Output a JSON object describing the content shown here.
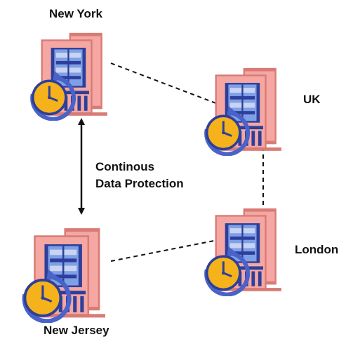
{
  "sites": {
    "new_york": {
      "label": "New York"
    },
    "uk": {
      "label": "UK"
    },
    "london": {
      "label": "London"
    },
    "new_jersey": {
      "label": "New Jersey"
    }
  },
  "center_label": {
    "line1": "Continous",
    "line2": "Data Protection"
  },
  "colors": {
    "building_front": "#f4a7a3",
    "building_side": "#d97b75",
    "window_blue": "#2c3f9a",
    "window_light": "#c9d4f2",
    "clock_face": "#f6b21a",
    "clock_border": "#2c3f9a",
    "arrow_blue": "#4a63c8",
    "line": "#111111"
  }
}
